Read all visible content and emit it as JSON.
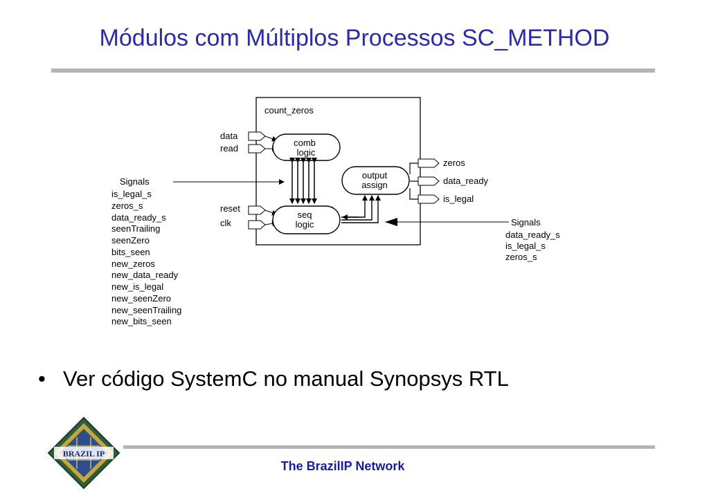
{
  "slide": {
    "title": "Módulos com Múltiplos Processos SC_METHOD",
    "bullet": "Ver código SystemC no manual Synopsys RTL",
    "footer": "The BrazilIP Network",
    "logo_text": "BRAZIL IP"
  },
  "diagram": {
    "module_name": "count_zeros",
    "inputs_top": [
      "data",
      "read"
    ],
    "inputs_bottom": [
      "reset",
      "clk"
    ],
    "outputs": [
      "zeros",
      "data_ready",
      "is_legal"
    ],
    "comb_block": [
      "comb",
      "logic"
    ],
    "seq_block": [
      "seq",
      "logic"
    ],
    "output_block": [
      "output",
      "assign"
    ],
    "left_signals": {
      "title": "Signals",
      "items": [
        "is_legal_s",
        "zeros_s",
        "data_ready_s",
        "seenTrailing",
        "seenZero",
        "bits_seen",
        "new_zeros",
        "new_data_ready",
        "new_is_legal",
        "new_seenZero",
        "new_seenTrailing",
        "new_bits_seen"
      ]
    },
    "right_signals": {
      "title": "Signals",
      "items": [
        "data_ready_s",
        "is_legal_s",
        "zeros_s"
      ]
    }
  }
}
